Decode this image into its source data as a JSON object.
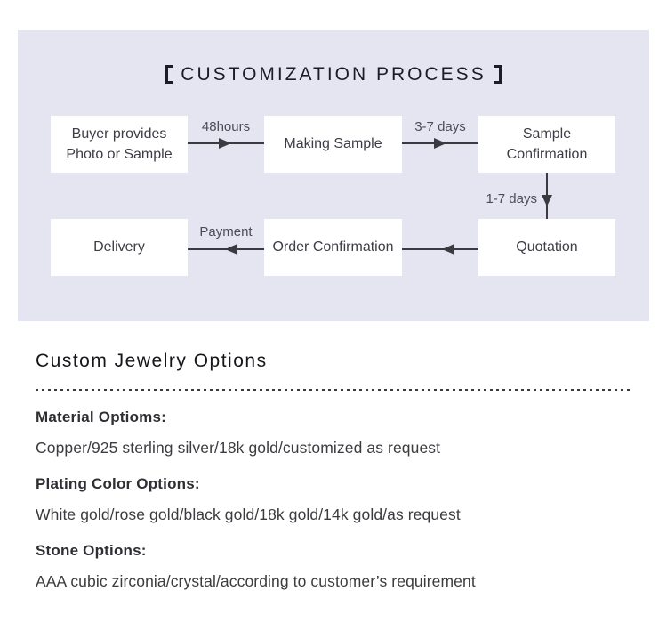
{
  "flowchart": {
    "title_full": "【CUSTOMIZATION PROCESS】",
    "title_text": "CUSTOMIZATION PROCESS",
    "nodes": [
      {
        "id": "buyer-provides",
        "label": "Buyer provides Photo or Sample"
      },
      {
        "id": "making-sample",
        "label": "Making Sample"
      },
      {
        "id": "sample-confirmation",
        "label": "Sample Confirmation"
      },
      {
        "id": "quotation",
        "label": "Quotation"
      },
      {
        "id": "order-confirmation",
        "label": "Order Confirmation"
      },
      {
        "id": "delivery",
        "label": "Delivery"
      }
    ],
    "edges": [
      {
        "from": "buyer-provides",
        "to": "making-sample",
        "label": "48hours",
        "direction": "right"
      },
      {
        "from": "making-sample",
        "to": "sample-confirmation",
        "label": "3-7 days",
        "direction": "right"
      },
      {
        "from": "sample-confirmation",
        "to": "quotation",
        "label": "1-7 days",
        "direction": "down"
      },
      {
        "from": "quotation",
        "to": "order-confirmation",
        "label": "",
        "direction": "left"
      },
      {
        "from": "order-confirmation",
        "to": "delivery",
        "label": "Payment",
        "direction": "left"
      }
    ]
  },
  "options": {
    "heading": "Custom Jewelry Options",
    "groups": [
      {
        "label": "Material Optioms:",
        "value": "Copper/925 sterling silver/18k gold/customized as request"
      },
      {
        "label": "Plating Color Options:",
        "value": "White gold/rose gold/black gold/18k gold/14k gold/as request"
      },
      {
        "label": "Stone Options:",
        "value": "AAA cubic zirconia/crystal/according to customer’s requirement"
      }
    ]
  },
  "colors": {
    "panel_background": "#e4e5f1",
    "node_background": "#ffffff",
    "arrow": "#3a3a40",
    "title_text": "#1c1c28",
    "body_text": "#3c3c40"
  }
}
